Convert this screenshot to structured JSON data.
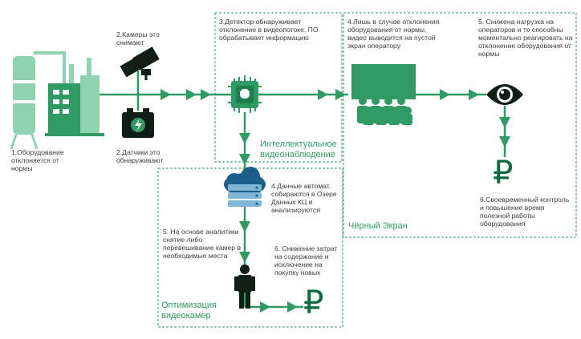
{
  "colors": {
    "primary": "#2f9a63",
    "light": "#8ed3b0",
    "dark": "#111d17",
    "text": "#3c3c3c"
  },
  "steps": {
    "s1": "1.Оборудование отклоняется от нормы",
    "s2a": "2.Камеры это снимают",
    "s2b": "2.Датчики это обнаруживают",
    "s3": "3.Детектор обнаруживает отклонение в видеопотоке. ПО обрабатывает информацию",
    "s4": "4.Лишь в случае отклонения оборудования от нормы, видео выводится на пустой экран оператору",
    "s5": "5. Снижена нагрузка на операторов и те способны моментально реагировать на отклонение оборудования от нормы",
    "s6": "6.Своевременный контроль и повышение время полезной работы оборудования",
    "lake": "4.Данные автомат. собираются в Озере Данных КЦ и анализируются",
    "analytics": "5. На основе аналитики снятие либо перевешивание камер в необходимые места",
    "costs": "6. Снижение затрат на содержание и исключение на покупку новых"
  },
  "zones": {
    "video": "Интеллектуальное видеонаблюдение",
    "black": "Чёрный Экран",
    "optim": "Оптимизация видеокамер"
  },
  "currency": "₽",
  "icons": [
    "factory-icon",
    "camera-icon",
    "sensor-icon",
    "ai-chip-icon",
    "operators-screen-icon",
    "eye-icon",
    "cloud-server-icon",
    "worker-icon",
    "ruble-icon"
  ]
}
